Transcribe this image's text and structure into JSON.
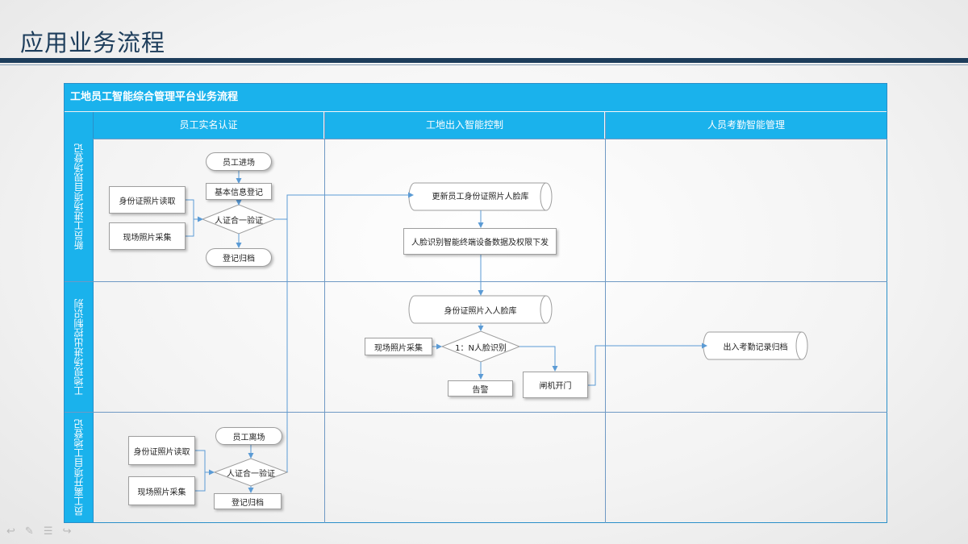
{
  "slide": {
    "title": "应用业务流程"
  },
  "diagram": {
    "header": "工地员工智能综合管理平台业务流程",
    "columns": [
      "员工实名认证",
      "工地出入智能控制",
      "人员考勤智能管理"
    ],
    "lanes": [
      "新员工进场项目现场登记",
      "工地现场进出控制识别",
      "员工离开项目工地登记"
    ],
    "lane1": {
      "start": "员工进场",
      "basic_info": "基本信息登记",
      "id_photo_read": "身份证照片读取",
      "site_photo": "现场照片采集",
      "verify": "人证合一验证",
      "archive": "登记归档",
      "update_db": "更新员工身份证照片人脸库",
      "issue": "人脸识别智能终端设备数据及权限下发"
    },
    "lane2": {
      "id_db": "身份证照片入人脸库",
      "site_photo": "现场照片采集",
      "match": "1：N人脸识别",
      "alarm": "告警",
      "gate_open": "闸机开门",
      "attendance": "出入考勤记录归档"
    },
    "lane3": {
      "leave": "员工离场",
      "id_photo_read": "身份证照片读取",
      "site_photo": "现场照片采集",
      "verify": "人证合一验证",
      "archive": "登记归档"
    },
    "nav_icons": [
      "back-arrow-icon",
      "pen-icon",
      "menu-icon",
      "forward-arrow-icon"
    ]
  }
}
